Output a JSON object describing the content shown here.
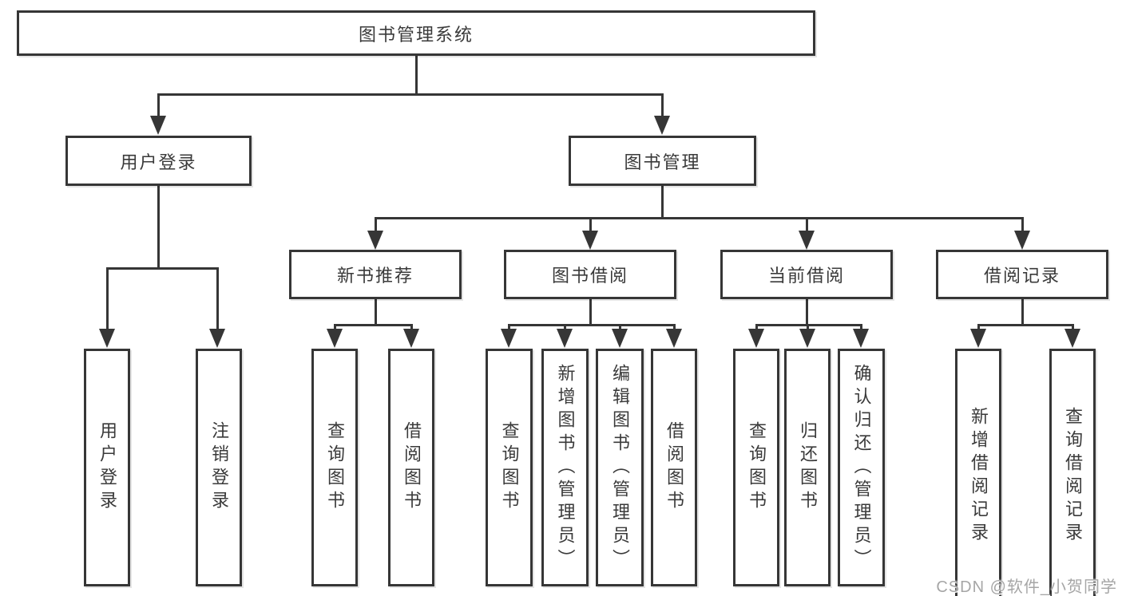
{
  "tree": {
    "label": "图书管理系统",
    "children": [
      {
        "label": "用户登录",
        "children": [
          {
            "label": "用户登录"
          },
          {
            "label": "注销登录"
          }
        ]
      },
      {
        "label": "图书管理",
        "children": [
          {
            "label": "新书推荐",
            "children": [
              {
                "label": "查询图书"
              },
              {
                "label": "借阅图书"
              }
            ]
          },
          {
            "label": "图书借阅",
            "children": [
              {
                "label": "查询图书"
              },
              {
                "label": "新增图书（管理员）"
              },
              {
                "label": "编辑图书（管理员）"
              },
              {
                "label": "借阅图书"
              }
            ]
          },
          {
            "label": "当前借阅",
            "children": [
              {
                "label": "查询图书"
              },
              {
                "label": "归还图书"
              },
              {
                "label": "确认归还（管理员）"
              }
            ]
          },
          {
            "label": "借阅记录",
            "children": [
              {
                "label": "新增借阅记录"
              },
              {
                "label": "查询借阅记录"
              }
            ]
          }
        ]
      }
    ]
  },
  "watermark": {
    "text": "CSDN @软件_小贺同学"
  },
  "colors": {
    "line": "#363636",
    "text": "#3a3a3a",
    "watermark": "#a6a6a6",
    "background": "#ffffff"
  }
}
